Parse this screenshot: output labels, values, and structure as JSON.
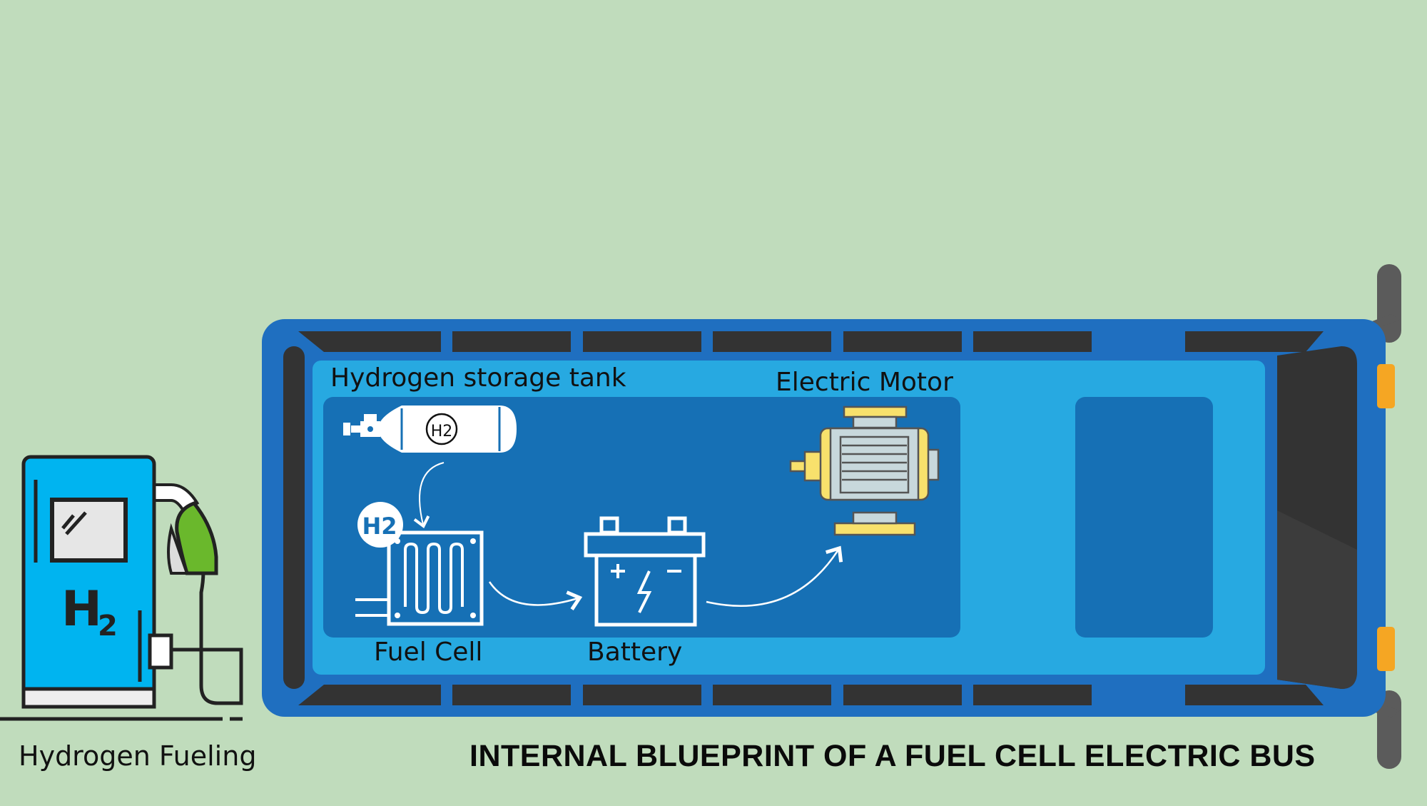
{
  "labels": {
    "hydrogen_tank": "Hydrogen storage tank",
    "electric_motor": "Electric Motor",
    "fuel_cell": "Fuel Cell",
    "battery": "Battery",
    "hydrogen_fueling": "Hydrogen Fueling"
  },
  "title": "INTERNAL BLUEPRINT OF A FUEL CELL ELECTRIC BUS",
  "icon_text": {
    "tank_symbol": "H2",
    "fuel_cell_badge": "H2",
    "pump_symbol": "H",
    "pump_subscript": "2"
  },
  "colors": {
    "background": "#c0dcbc",
    "bus_body": "#1f6fc0",
    "bus_floor": "#27a9e1",
    "compartment": "#1670b5",
    "seat": "#333333",
    "pump_body": "#00b4f0",
    "nozzle_green": "#6ab82c",
    "motor_yellow": "#f8e16c",
    "light_orange": "#f5a623"
  }
}
